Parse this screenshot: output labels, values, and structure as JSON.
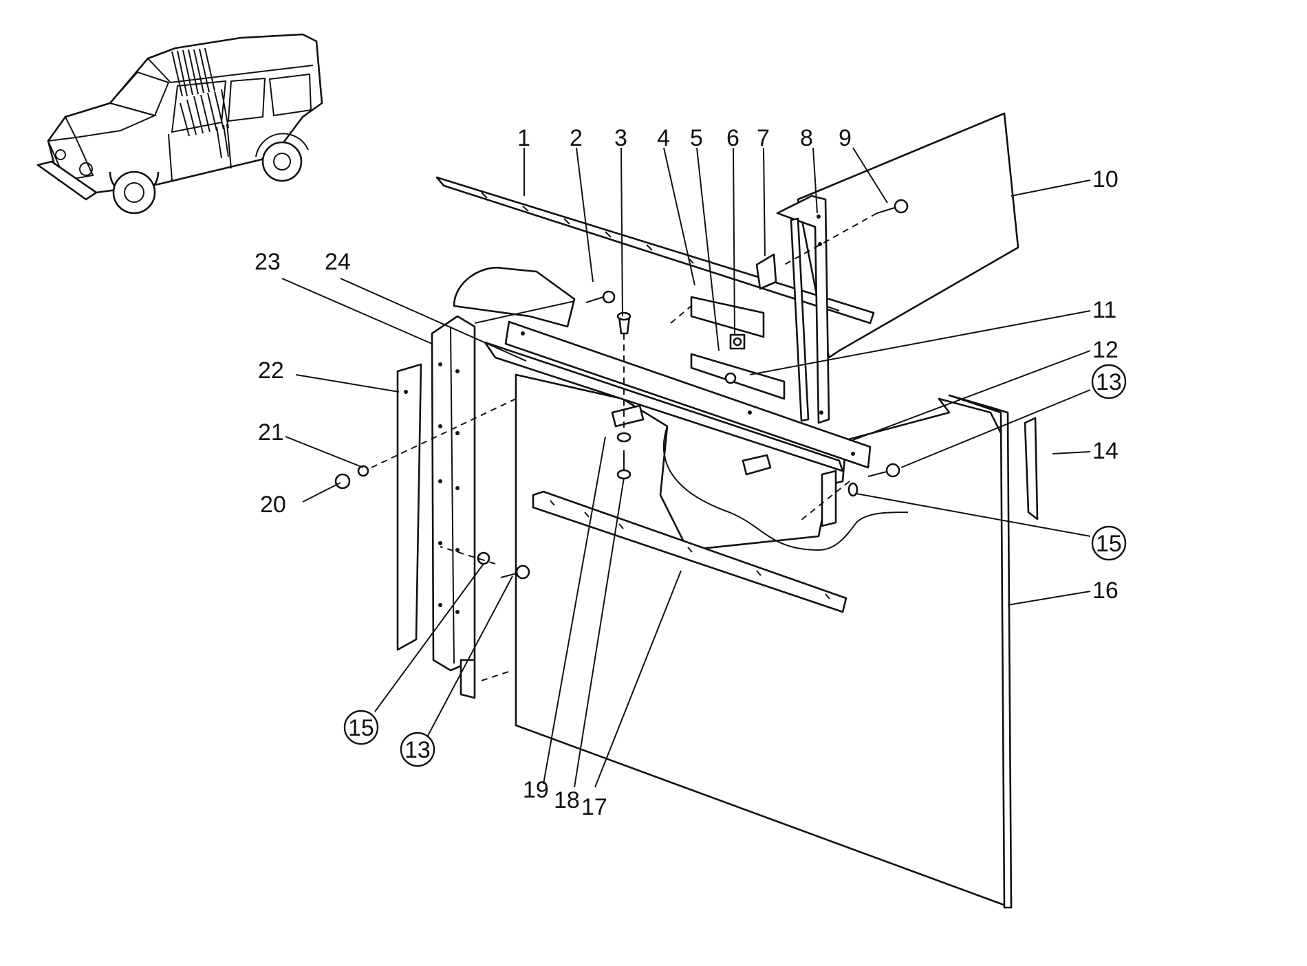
{
  "diagram": {
    "callouts": [
      {
        "id": "c1",
        "text": "1"
      },
      {
        "id": "c2",
        "text": "2"
      },
      {
        "id": "c3",
        "text": "3"
      },
      {
        "id": "c4",
        "text": "4"
      },
      {
        "id": "c5",
        "text": "5"
      },
      {
        "id": "c6",
        "text": "6"
      },
      {
        "id": "c7",
        "text": "7"
      },
      {
        "id": "c8",
        "text": "8"
      },
      {
        "id": "c9",
        "text": "9"
      },
      {
        "id": "c10",
        "text": "10"
      },
      {
        "id": "c11",
        "text": "11"
      },
      {
        "id": "c12",
        "text": "12"
      },
      {
        "id": "c13a",
        "text": "13"
      },
      {
        "id": "c14",
        "text": "14"
      },
      {
        "id": "c15a",
        "text": "15"
      },
      {
        "id": "c16",
        "text": "16"
      },
      {
        "id": "c17",
        "text": "17"
      },
      {
        "id": "c18",
        "text": "18"
      },
      {
        "id": "c19",
        "text": "19"
      },
      {
        "id": "c20",
        "text": "20"
      },
      {
        "id": "c21",
        "text": "21"
      },
      {
        "id": "c22",
        "text": "22"
      },
      {
        "id": "c23",
        "text": "23"
      },
      {
        "id": "c24",
        "text": "24"
      },
      {
        "id": "c15b",
        "text": "15"
      },
      {
        "id": "c13b",
        "text": "13"
      }
    ]
  }
}
